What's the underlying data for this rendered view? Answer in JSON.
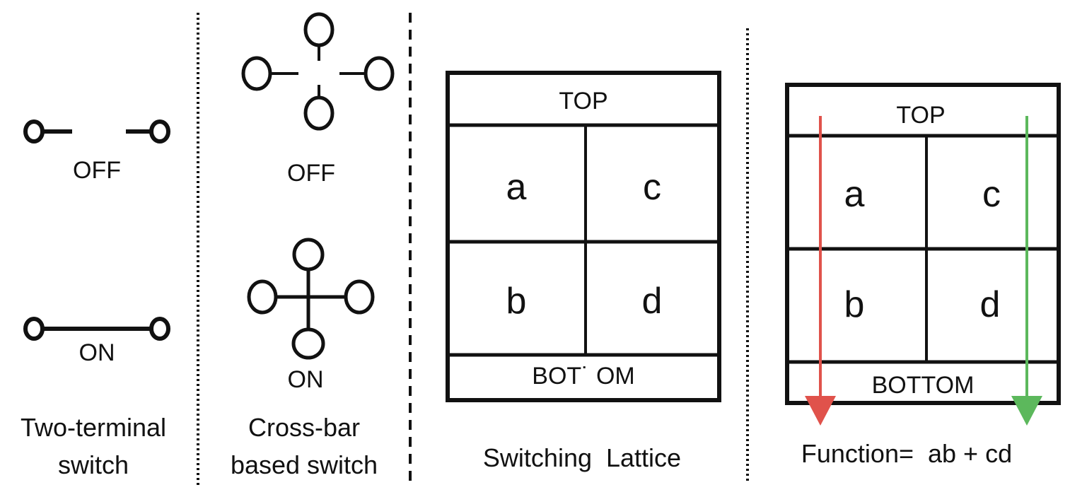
{
  "colors": {
    "ink": "#111111",
    "divider": "#111111",
    "arrow_left": "#e0524b",
    "arrow_right": "#5cb85c",
    "background": "#ffffff"
  },
  "two_terminal": {
    "off_label": "OFF",
    "on_label": "ON",
    "caption_line1": "Two-terminal",
    "caption_line2": "switch"
  },
  "crossbar": {
    "off_label": "OFF",
    "on_label": "ON",
    "caption_line1": "Cross-bar",
    "caption_line2": "based switch"
  },
  "lattice": {
    "top_label": "TOP",
    "bottom_label": "BOT˙ OM",
    "cells": [
      "a",
      "c",
      "b",
      "d"
    ],
    "caption": "Switching  Lattice"
  },
  "function_lattice": {
    "top_label": "TOP",
    "bottom_label": "BOTTOM",
    "cells": [
      "a",
      "c",
      "b",
      "d"
    ],
    "caption": "Function=  ab + cd"
  }
}
